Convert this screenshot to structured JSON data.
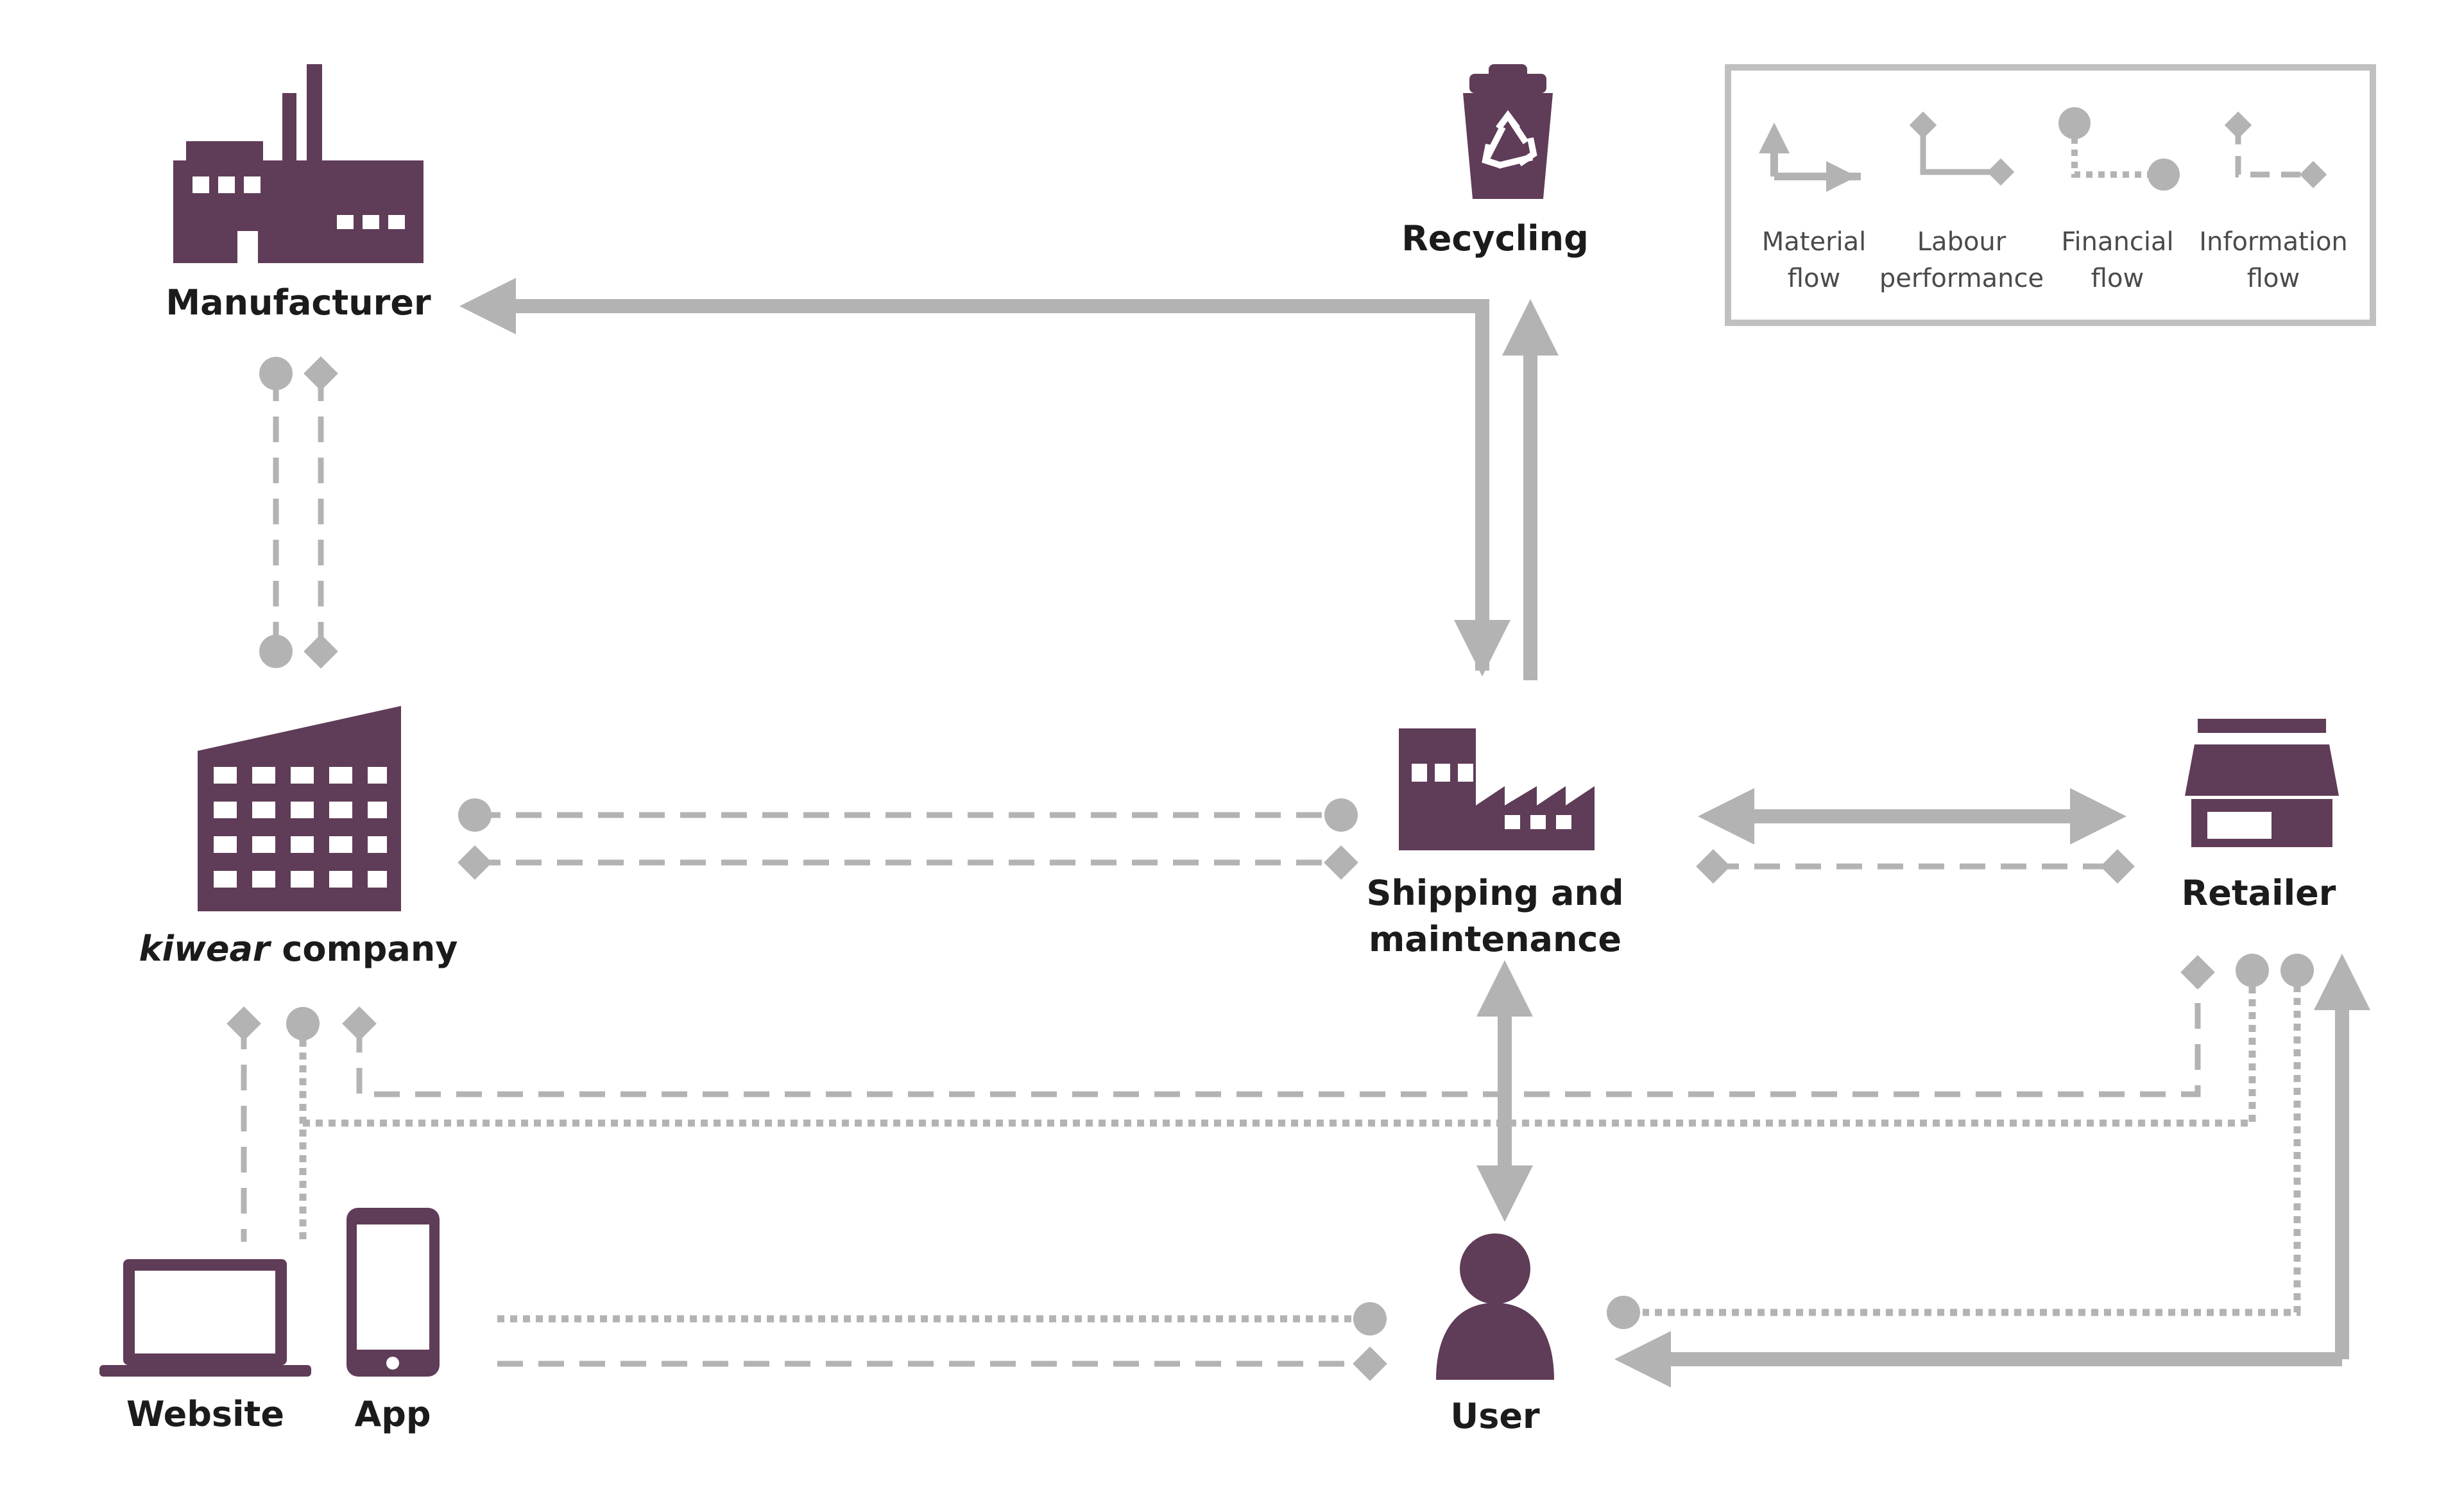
{
  "colors": {
    "icon": "#5f3c57",
    "flow": "#b3b3b3",
    "label": "#1b1b1b",
    "legend_border": "#c0c0c0",
    "legend_text": "#4a4a4a"
  },
  "nodes": {
    "manufacturer": {
      "label": "Manufacturer",
      "icon": "factory-icon"
    },
    "recycling": {
      "label": "Recycling",
      "icon": "recycling-bin-icon"
    },
    "company": {
      "label_italic": "kiwear",
      "label_rest": " company",
      "icon": "office-building-icon"
    },
    "shipping": {
      "label_line1": "Shipping and",
      "label_line2": "maintenance",
      "icon": "warehouse-icon"
    },
    "retailer": {
      "label": "Retailer",
      "icon": "storefront-icon"
    },
    "website": {
      "label": "Website",
      "icon": "laptop-icon"
    },
    "app": {
      "label": "App",
      "icon": "smartphone-icon"
    },
    "user": {
      "label": "User",
      "icon": "person-icon"
    }
  },
  "legend": {
    "items": [
      {
        "line1": "Material",
        "line2": "flow",
        "type": "material"
      },
      {
        "line1": "Labour",
        "line2": "performance",
        "type": "labour"
      },
      {
        "line1": "Financial",
        "line2": "flow",
        "type": "financial"
      },
      {
        "line1": "Information",
        "line2": "flow",
        "type": "information"
      }
    ]
  }
}
